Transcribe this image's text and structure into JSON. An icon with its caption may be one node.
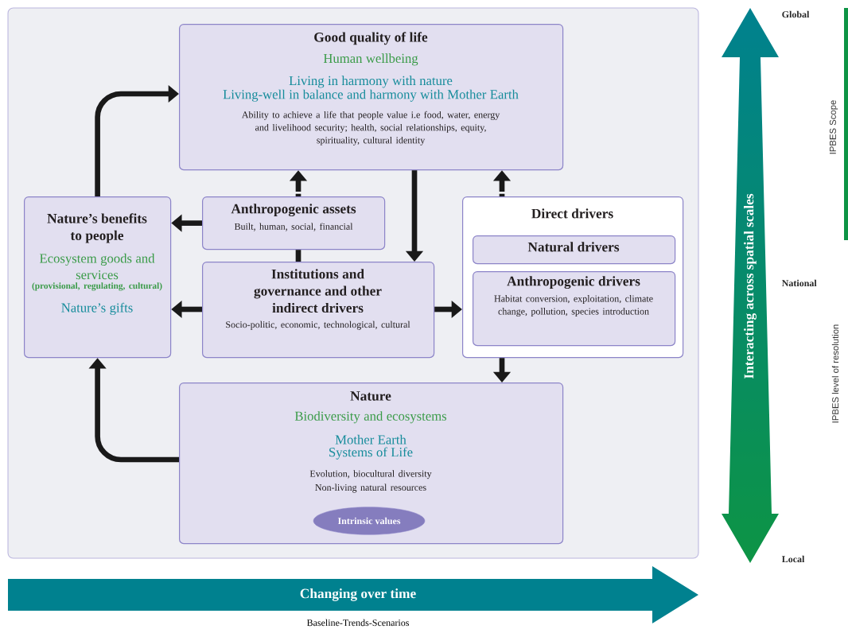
{
  "diagram": {
    "nodes": [
      {
        "text": [
          "Good quality of life",
          "Human wellbeing",
          "Living in harmony with nature",
          "Living-well in balance and harmony with Mother Earth",
          "Ability to achieve a life that people value i.e food, water, energy and livelihood security; health, social relationships, equity, spirituality, cultural identity"
        ]
      },
      {
        "text": [
          "Nature’s benefits to people",
          "Ecosystem goods and services",
          "(provisional, regulating, cultural)",
          "Nature’s gifts"
        ]
      },
      {
        "text": [
          "Anthropogenic assets",
          "Built, human, social, financial"
        ]
      },
      {
        "text": [
          "Direct drivers"
        ]
      },
      {
        "text": [
          "Natural drivers"
        ],
        "in": 3
      },
      {
        "text": [
          "Anthropogenic drivers",
          "Habitat conversion, exploitation, climate change, pollution, species introduction"
        ],
        "in": 3
      },
      {
        "text": [
          "Institutions and governance and other indirect drivers",
          "Socio-politic, economic, technological, cultural"
        ]
      },
      {
        "text": [
          "Nature",
          "Biodiversity and ecosystems",
          "Mother Earth",
          "Systems of Life",
          "Evolution, biocultural diversity",
          "Non-living natural resources"
        ]
      },
      {
        "text": [
          "Intrinsic values"
        ],
        "in": 7
      },
      {
        "text": [
          "Changing over time"
        ]
      },
      {
        "text": [
          "Interacting across spatial scales"
        ]
      }
    ],
    "edges": [
      {
        "from": 1,
        "to": 0,
        "arrow": "to"
      },
      {
        "from": 2,
        "to": 0,
        "arrow": "to",
        "style": "dashed"
      },
      {
        "from": 3,
        "to": 0,
        "arrow": "to",
        "style": "dashed"
      },
      {
        "from": 2,
        "to": 1,
        "arrow": "to"
      },
      {
        "from": 0,
        "to": 6,
        "arrow": "to"
      },
      {
        "from": 6,
        "to": 2,
        "arrow": "none"
      },
      {
        "from": 6,
        "to": 1,
        "arrow": "to"
      },
      {
        "from": 6,
        "to": 3,
        "arrow": "to"
      },
      {
        "from": 3,
        "to": 7,
        "arrow": "to"
      },
      {
        "from": 7,
        "to": 1,
        "arrow": "to"
      }
    ],
    "labels": [
      "Global",
      "IPBES Scope",
      "National",
      "IPBES level of resolution",
      "Local",
      "Baseline-Trends-Scenarios"
    ]
  }
}
